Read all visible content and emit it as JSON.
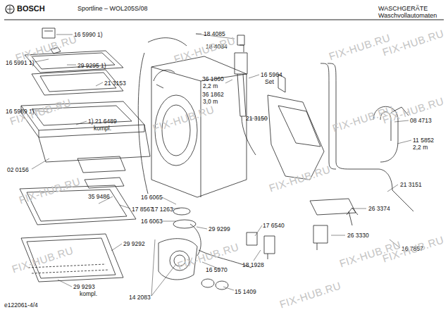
{
  "diagram": {
    "labels": [
      "BOSCH",
      "Sportline – WOL205S/08",
      "WASCHGERÄTE",
      "Waschvollautomaten",
      "e122061-4/4",
      "16 5990 1)",
      "16 5991 1)",
      "29 9295 1)",
      "21 3153",
      "16 5989 1)",
      "1) 21 6489",
      "kompl.",
      "02 0156",
      "35 9486",
      "17 8567",
      "29 9292",
      "29 9293",
      "kompl.",
      "18 4085",
      "18 4084",
      "36 1860",
      "2,2 m",
      "36 1862",
      "3,0 m",
      "16 5964",
      "Set",
      "21 3150",
      "08 4713",
      "11 5852",
      "2,2 m",
      "21 3151",
      "16 6065",
      "17 1263",
      "16 6063",
      "29 9299",
      "17 6540",
      "26 3374",
      "26 3330",
      "16 7857",
      "18 1928",
      "16 5970",
      "15 1409",
      "14 2083",
      "FIX-HUB.RU",
      "FIX-HUB.RU",
      "FIX-HUB.RU",
      "FIX-HUB.RU",
      "FIX-HUB.RU",
      "FIX-HUB.RU",
      "FIX-HUB.RU",
      "FIX-HUB.RU",
      "FIX-HUB.RU",
      "FIX-HUB.RU",
      "FIX-HUB.RU",
      "FIX-HUB.RU",
      "FIX-HUB.RU",
      "FIX-HUB.RU",
      "FIX-HUB.RU"
    ]
  }
}
